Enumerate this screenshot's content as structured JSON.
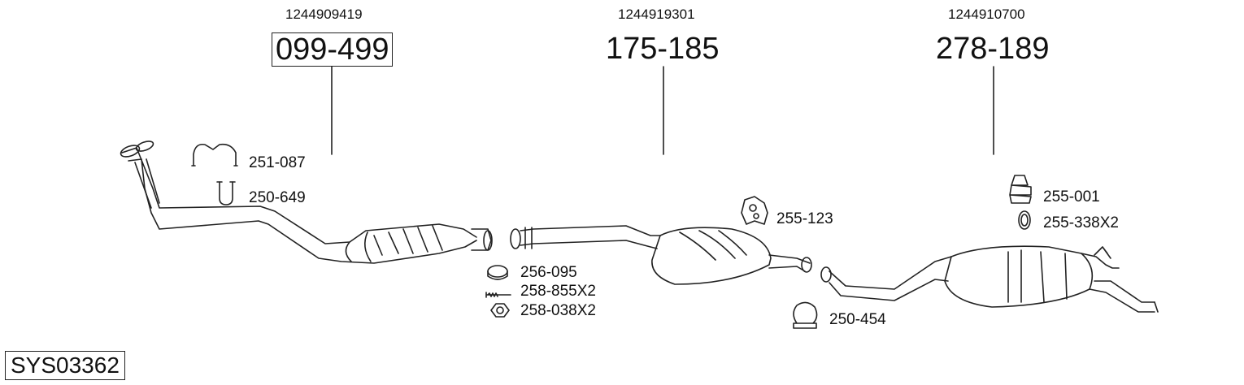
{
  "system_code": "SYS03362",
  "assemblies": [
    {
      "oem": "1244909419",
      "part": "099-499"
    },
    {
      "oem": "1244919301",
      "part": "175-185"
    },
    {
      "oem": "1244910700",
      "part": "278-189"
    }
  ],
  "fittings": [
    {
      "part": "251-087",
      "icon": "u-bolt-clamp-icon"
    },
    {
      "part": "250-649",
      "icon": "u-bolt-icon"
    },
    {
      "part": "256-095",
      "icon": "gasket-ring-icon"
    },
    {
      "part": "258-855X2",
      "icon": "bolt-icon"
    },
    {
      "part": "258-038X2",
      "icon": "nut-icon"
    },
    {
      "part": "255-123",
      "icon": "rubber-hanger-icon"
    },
    {
      "part": "250-454",
      "icon": "pipe-clamp-icon"
    },
    {
      "part": "255-001",
      "icon": "rubber-mount-icon"
    },
    {
      "part": "255-338X2",
      "icon": "rubber-ring-icon"
    }
  ]
}
